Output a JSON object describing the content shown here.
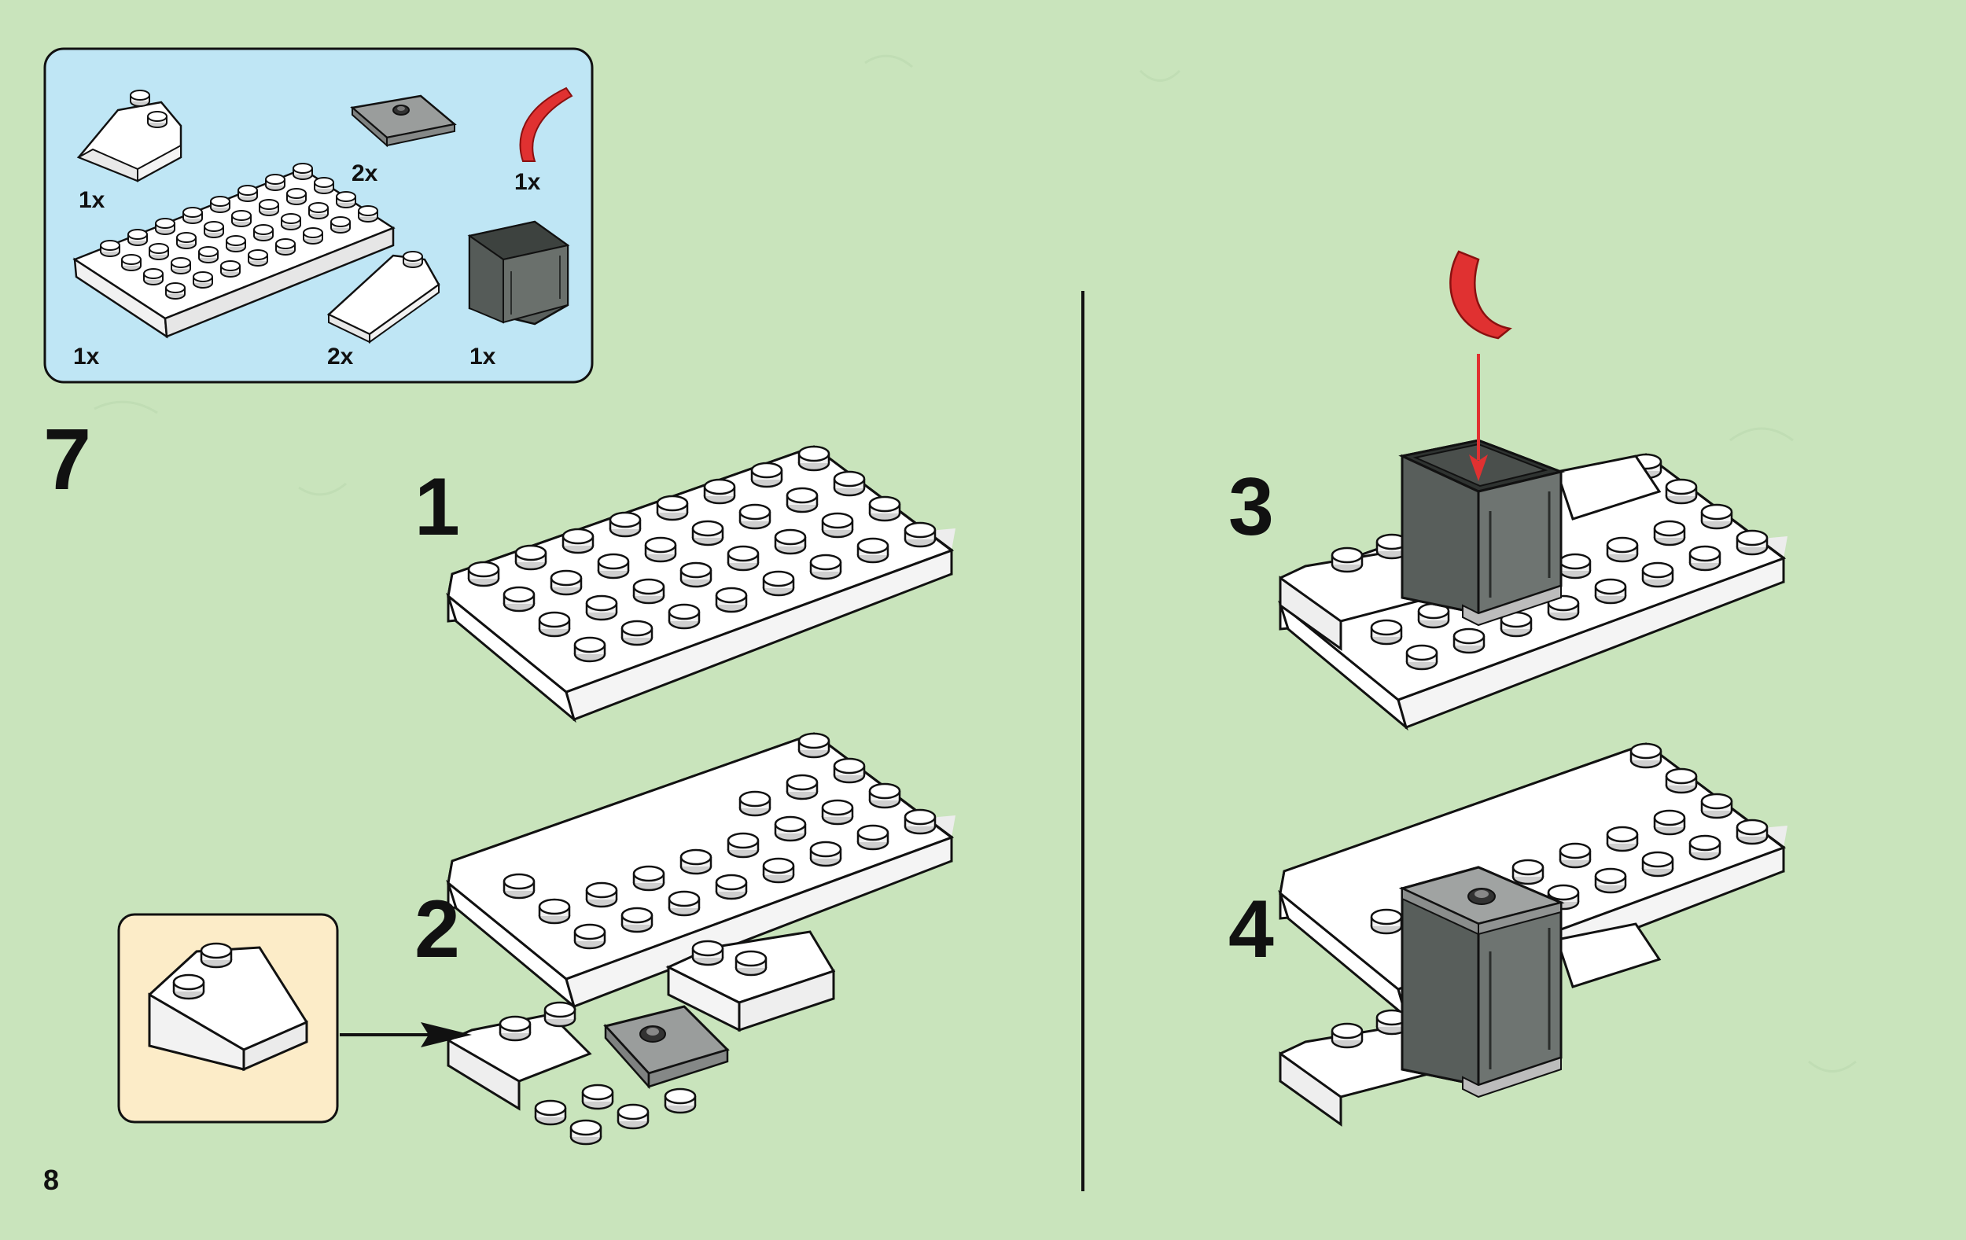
{
  "parts_list": {
    "items": [
      {
        "name": "white-slope-2x2",
        "qty": "1x"
      },
      {
        "name": "gray-tile-2x2-stud",
        "qty": "2x"
      },
      {
        "name": "red-curved-piece",
        "qty": "1x"
      },
      {
        "name": "white-plate-4x8",
        "qty": "1x"
      },
      {
        "name": "white-slope-1x2",
        "qty": "2x"
      },
      {
        "name": "dark-gray-box",
        "qty": "1x"
      }
    ]
  },
  "main_step": "7",
  "sub_steps": [
    "1",
    "2",
    "3",
    "4"
  ],
  "page_number": "8",
  "colors": {
    "background": "#c9e4bc",
    "parts_box": "#bfe6f5",
    "callout_box": "#fcecc8",
    "arrow_red": "#e03131",
    "brick_white": "#ffffff",
    "brick_gray": "#9a9d9c",
    "box_dark_gray": "#5a605d"
  }
}
